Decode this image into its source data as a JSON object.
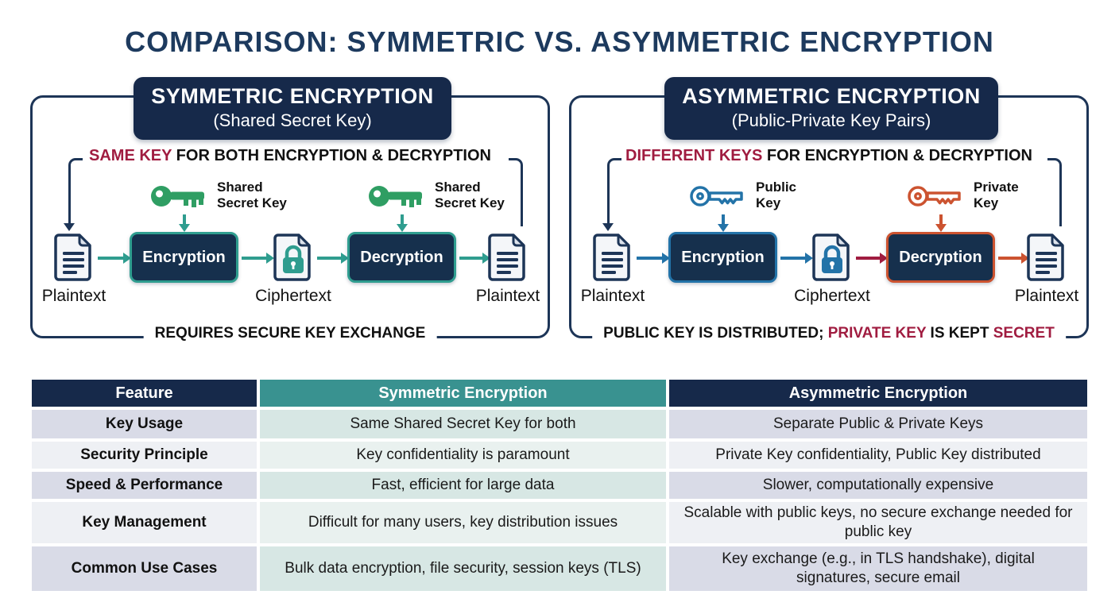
{
  "title": "COMPARISON: SYMMETRIC VS. ASYMMETRIC ENCRYPTION",
  "panels": [
    {
      "id": "symmetric",
      "header": {
        "title": "SYMMETRIC ENCRYPTION",
        "subtitle": "(Shared Secret Key)"
      },
      "rule": {
        "highlight": "SAME KEY",
        "rest": " FOR BOTH ENCRYPTION & DECRYPTION"
      },
      "keys": [
        {
          "icon": "key-solid-green-icon",
          "label_line1": "Shared",
          "label_line2": "Secret Key"
        },
        {
          "icon": "key-solid-green-icon",
          "label_line1": "Shared",
          "label_line2": "Secret Key"
        }
      ],
      "flow": {
        "input_label": "Plaintext",
        "encrypt_label": "Encryption",
        "cipher_label": "Ciphertext",
        "decrypt_label": "Decryption",
        "output_label": "Plaintext"
      },
      "footer": {
        "segments": [
          {
            "text": "REQUIRES SECURE KEY EXCHANGE",
            "highlight": false
          }
        ]
      }
    },
    {
      "id": "asymmetric",
      "header": {
        "title": "ASYMMETRIC ENCRYPTION",
        "subtitle": "(Public-Private Key Pairs)"
      },
      "rule": {
        "highlight": "DIFFERENT KEYS",
        "rest": " FOR ENCRYPTION & DECRYPTION"
      },
      "keys": [
        {
          "icon": "key-outline-blue-icon",
          "label_line1": "Public",
          "label_line2": "Key"
        },
        {
          "icon": "key-outline-orange-icon",
          "label_line1": "Private",
          "label_line2": "Key"
        }
      ],
      "flow": {
        "input_label": "Plaintext",
        "encrypt_label": "Encryption",
        "cipher_label": "Ciphertext",
        "decrypt_label": "Decryption",
        "output_label": "Plaintext"
      },
      "footer": {
        "segments": [
          {
            "text": "PUBLIC KEY IS DISTRIBUTED; ",
            "highlight": false
          },
          {
            "text": "PRIVATE KEY",
            "highlight": true
          },
          {
            "text": " IS KEPT ",
            "highlight": false
          },
          {
            "text": "SECRET",
            "highlight": true
          }
        ]
      }
    }
  ],
  "table": {
    "headers": [
      "Feature",
      "Symmetric Encryption",
      "Asymmetric Encryption"
    ],
    "rows": [
      {
        "feature": "Key Usage",
        "symmetric": "Same Shared Secret Key for both",
        "asymmetric": "Separate Public & Private Keys"
      },
      {
        "feature": "Security Principle",
        "symmetric": "Key confidentiality is paramount",
        "asymmetric": "Private Key confidentiality, Public Key distributed"
      },
      {
        "feature": "Speed & Performance",
        "symmetric": "Fast, efficient for large data",
        "asymmetric": "Slower, computationally expensive"
      },
      {
        "feature": "Key Management",
        "symmetric": "Difficult for many users, key distribution issues",
        "asymmetric": "Scalable with public keys, no secure exchange needed for public key"
      },
      {
        "feature": "Common Use Cases",
        "symmetric": "Bulk data encryption, file security, session keys (TLS)",
        "asymmetric": "Key exchange (e.g., in TLS handshake), digital signatures, secure email"
      }
    ]
  },
  "colors": {
    "navy": "#16294a",
    "navy_line": "#1d3557",
    "teal_accent": "#2f9d8f",
    "green_key": "#2f9e63",
    "blue_public": "#2373a8",
    "orange_private": "#cc5330",
    "crimson_highlight": "#a01c40",
    "table_header_teal": "#399290",
    "row_lavender": "#d9dbe7",
    "row_lavender_light": "#eef0f4",
    "row_teal": "#d7e7e4",
    "row_teal_light": "#e9f1ef"
  }
}
